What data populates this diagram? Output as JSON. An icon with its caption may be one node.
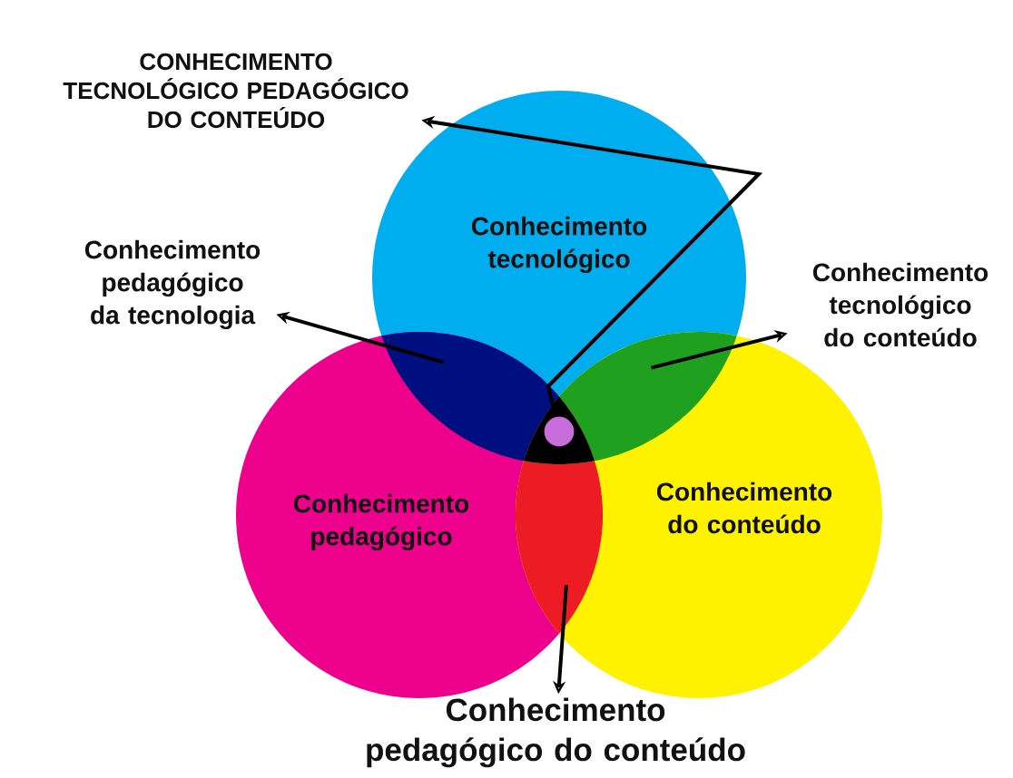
{
  "diagram": {
    "nodes": [
      {
        "text": [
          "Conhecimento tecnológico"
        ]
      },
      {
        "text": [
          "Conhecimento pedagógico"
        ]
      },
      {
        "text": [
          "Conhecimento do conteúdo"
        ]
      },
      {
        "text": [
          "CONHECIMENTO TECNOLÓGICO PEDAGÓGICO DO CONTEÚDO"
        ]
      },
      {
        "text": [
          "Conhecimento pedagógico da tecnologia"
        ]
      },
      {
        "text": [
          "Conhecimento tecnológico do conteúdo"
        ]
      },
      {
        "text": [
          "Conhecimento pedagógico do conteúdo"
        ]
      },
      {
        "text": [],
        "shape": "lens"
      },
      {
        "text": [],
        "shape": "lens"
      },
      {
        "text": [],
        "shape": "lens"
      },
      {
        "text": [],
        "shape": "circle"
      }
    ],
    "edges": [
      {
        "from": 10,
        "to": 3,
        "arrow": "to"
      },
      {
        "from": 7,
        "to": 4,
        "arrow": "to"
      },
      {
        "from": 8,
        "to": 5,
        "arrow": "to"
      },
      {
        "from": 9,
        "to": 6,
        "arrow": "to"
      }
    ]
  }
}
